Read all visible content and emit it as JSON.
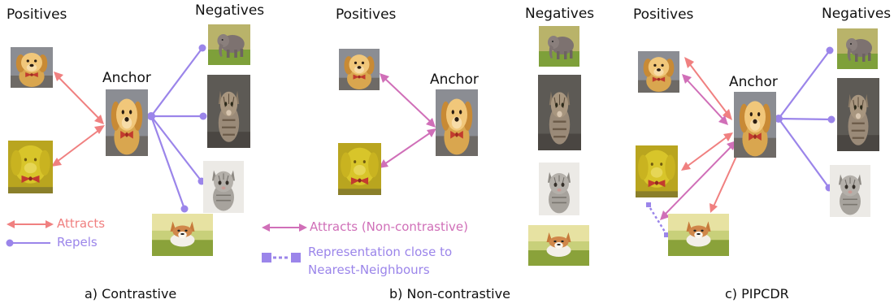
{
  "panels": [
    {
      "positives_label": "Positives",
      "negatives_label": "Negatives",
      "anchor_label": "Anchor",
      "caption": "a) Contrastive",
      "legend_attracts": "Attracts",
      "legend_repels": "Repels"
    },
    {
      "positives_label": "Positives",
      "negatives_label": "Negatives",
      "anchor_label": "Anchor",
      "caption": "b) Non-contrastive",
      "legend_attracts_nc": "Attracts (Non-contrastive)",
      "legend_nn_line1": "Representation close to",
      "legend_nn_line2": "Nearest-Neighbours"
    },
    {
      "positives_label": "Positives",
      "negatives_label": "Negatives",
      "anchor_label": "Anchor",
      "caption": "c) PIPCDR"
    }
  ],
  "colors": {
    "attract": "#f08080",
    "repel": "#9b85ea",
    "attract_nc": "#d06fb8",
    "nearest_neighbour": "#9b85ea"
  },
  "images": {
    "anchor": "golden-retriever-puppy-with-bowtie",
    "positive_1": "golden-retriever-puppy-crop",
    "positive_2": "golden-retriever-puppy-yellow-tinted",
    "negative_1": "baby-elephant",
    "negative_2": "tabby-kitten-sitting",
    "negative_3": "grey-kitten-small",
    "negative_4": "corgi-puppy-on-grass"
  }
}
